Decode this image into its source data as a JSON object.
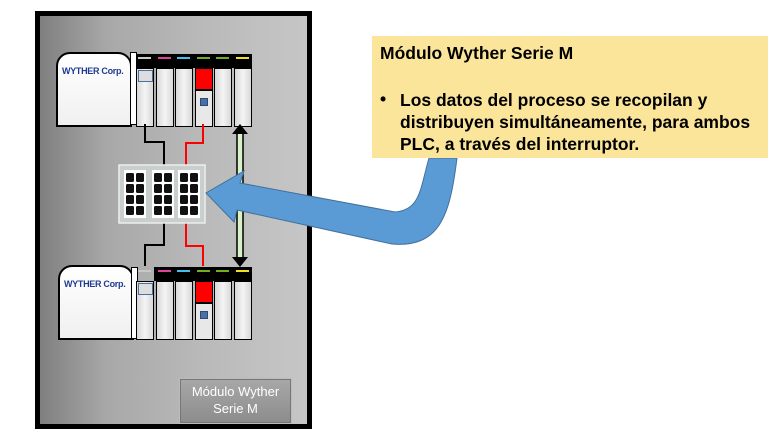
{
  "callout": {
    "title": "Módulo Wyther Serie M",
    "bullet": "•",
    "text": "Los datos del proceso se recopilan y distribuyen simultáneamente, para ambos PLC, a través del interruptor."
  },
  "panel": {
    "top_controller": {
      "brand_label": "WYTHER Corp."
    },
    "bottom_controller": {
      "brand_label": "WYTHER Corp."
    },
    "caption": {
      "line1": "Módulo Wyther",
      "line2": "Serie M"
    }
  },
  "colors": {
    "callout_bg": "#fbe59a",
    "arrow": "#5b9bd5",
    "red_cable": "#ff0000",
    "sync_link": "#d9f0c8",
    "slot_stripes": [
      "#c8c8c8",
      "#e040a0",
      "#40c0f0",
      "#70b020",
      "#70b020",
      "#f0e020"
    ]
  }
}
